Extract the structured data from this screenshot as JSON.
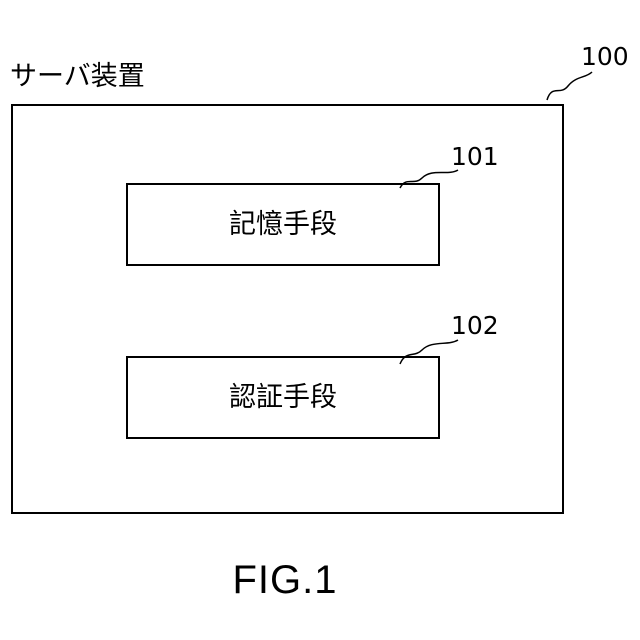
{
  "server": {
    "label": "サーバ装置",
    "ref": "100"
  },
  "blocks": [
    {
      "label": "記憶手段",
      "ref": "101"
    },
    {
      "label": "認証手段",
      "ref": "102"
    }
  ],
  "caption": "FIG.1"
}
